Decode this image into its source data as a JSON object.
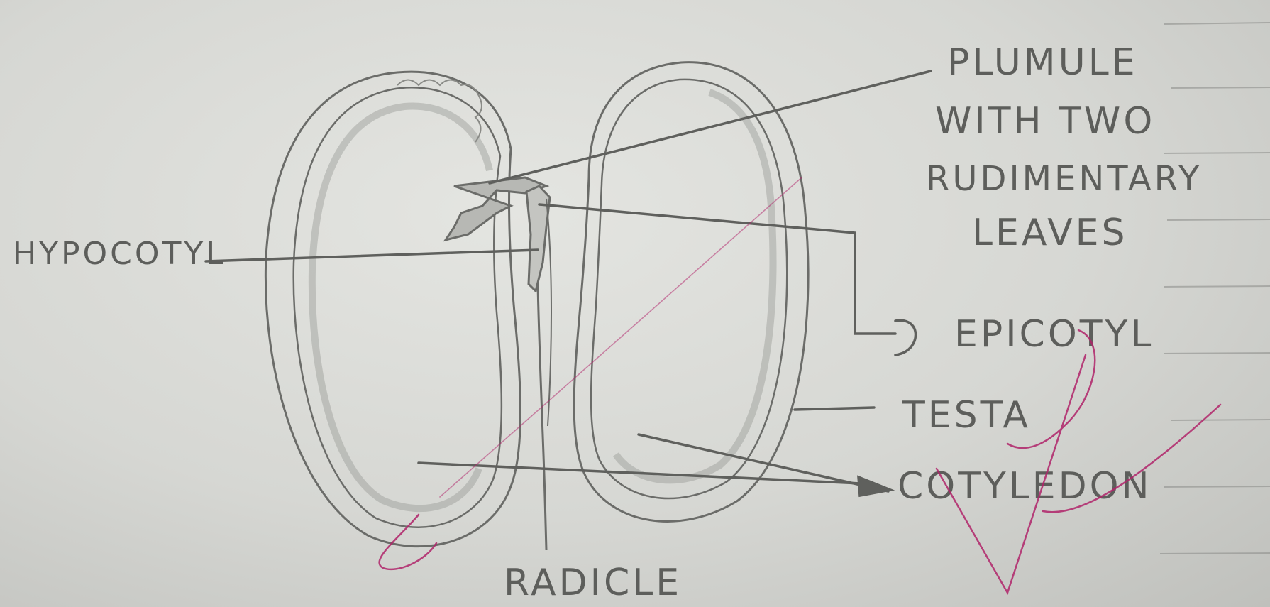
{
  "labels": {
    "plumule_1": "PLUMULE",
    "plumule_2": "WITH TWO",
    "plumule_3": "RUDIMENTARY",
    "plumule_4": "LEAVES",
    "hypocotyl": "HYPOCOTYL",
    "epicotyl": "EPICOTYL",
    "testa": "TESTA",
    "cotyledon": "COTYLEDON",
    "radicle": "RADICLE"
  },
  "colors": {
    "paper": "#dcddd9",
    "pencil": "#6b6c69",
    "ink_red": "#b0246a"
  }
}
